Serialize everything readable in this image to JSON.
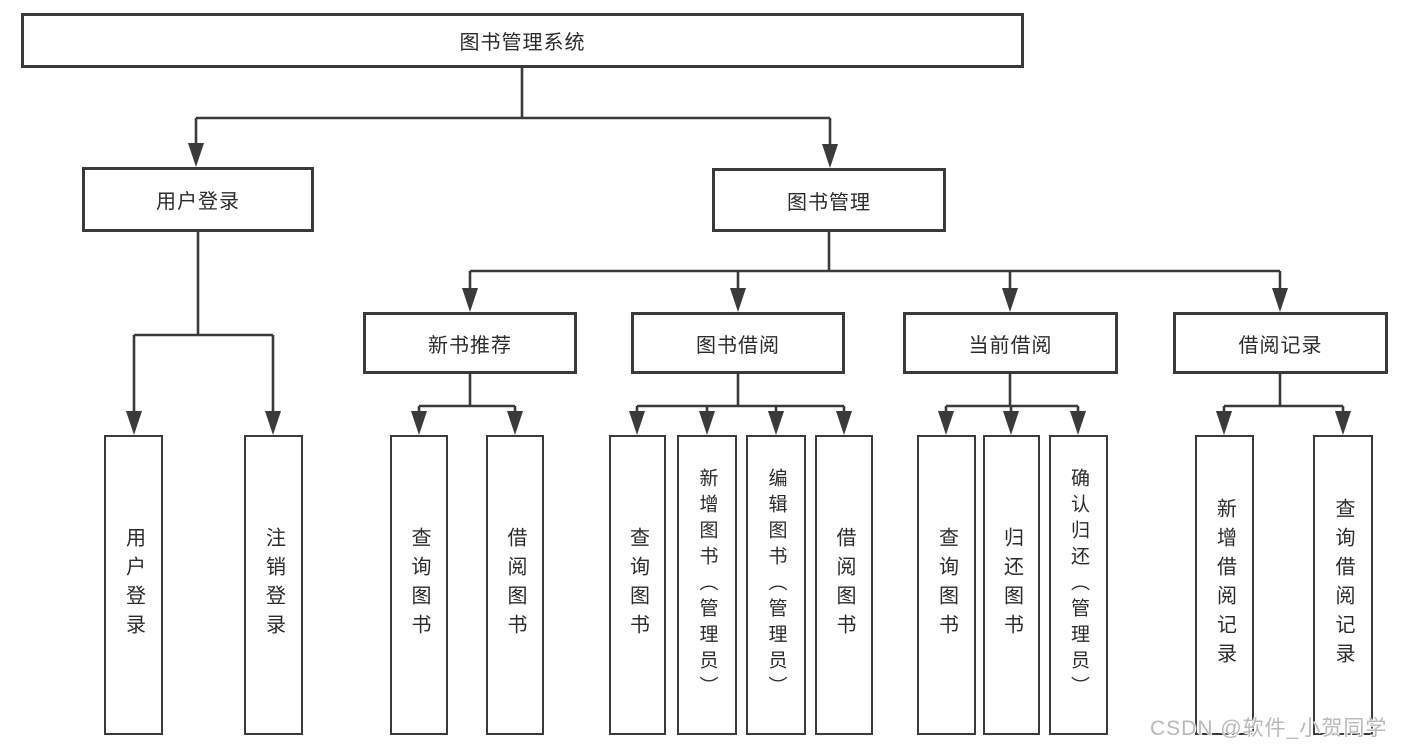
{
  "tree": {
    "label": "图书管理系统",
    "children": [
      {
        "label": "用户登录",
        "children": [
          {
            "label": "用户登录"
          },
          {
            "label": "注销登录"
          }
        ]
      },
      {
        "label": "图书管理",
        "children": [
          {
            "label": "新书推荐",
            "children": [
              {
                "label": "查询图书"
              },
              {
                "label": "借阅图书"
              }
            ]
          },
          {
            "label": "图书借阅",
            "children": [
              {
                "label": "查询图书"
              },
              {
                "label": "新增图书（管理员）"
              },
              {
                "label": "编辑图书（管理员）"
              },
              {
                "label": "借阅图书"
              }
            ]
          },
          {
            "label": "当前借阅",
            "children": [
              {
                "label": "查询图书"
              },
              {
                "label": "归还图书"
              },
              {
                "label": "确认归还（管理员）"
              }
            ]
          },
          {
            "label": "借阅记录",
            "children": [
              {
                "label": "新增借阅记录"
              },
              {
                "label": "查询借阅记录"
              }
            ]
          }
        ]
      }
    ]
  },
  "watermark": {
    "text": "CSDN @软件_小贺同学"
  },
  "colors": {
    "line": "#3a3a3a",
    "box_border": "#3a3a3a",
    "text": "#2b2b2b",
    "background": "#ffffff",
    "watermark": "#b9b9b9"
  }
}
